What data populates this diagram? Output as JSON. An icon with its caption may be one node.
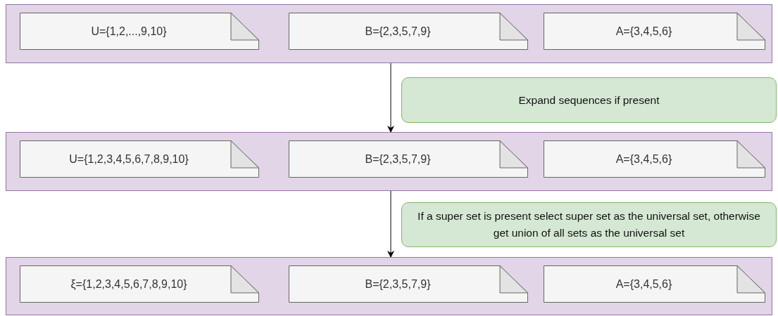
{
  "diagram": {
    "nodes": [
      {
        "text": [],
        "shape": "box"
      },
      {
        "text": [
          "U={1,2,...,9,10}"
        ],
        "in": 0
      },
      {
        "text": [
          "B={2,3,5,7,9}"
        ],
        "in": 0
      },
      {
        "text": [
          "A={3,4,5,6}"
        ],
        "in": 0
      },
      {
        "text": [
          "Expand sequences if present"
        ]
      },
      {
        "text": [],
        "shape": "box"
      },
      {
        "text": [
          "U={1,2,3,4,5,6,7,8,9,10}"
        ],
        "in": 5
      },
      {
        "text": [
          "B={2,3,5,7,9}"
        ],
        "in": 5
      },
      {
        "text": [
          "A={3,4,5,6}"
        ],
        "in": 5
      },
      {
        "text": [
          "If a super set is present select super set as the universal set, otherwise get union of all sets as the universal set"
        ]
      },
      {
        "text": [],
        "shape": "box"
      },
      {
        "text": [
          "ξ={1,2,3,4,5,6,7,8,9,10}"
        ],
        "in": 10
      },
      {
        "text": [
          "B={2,3,5,7,9}"
        ],
        "in": 10
      },
      {
        "text": [
          "A={3,4,5,6}"
        ],
        "in": 10
      }
    ],
    "edges": [
      {
        "from": 0,
        "to": 5,
        "arrow": "to"
      },
      {
        "from": 5,
        "to": 10,
        "arrow": "to"
      }
    ]
  }
}
